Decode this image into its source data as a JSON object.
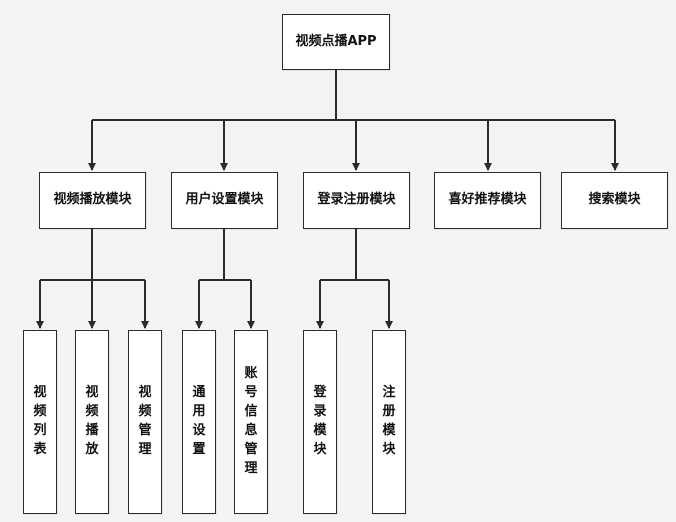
{
  "root": {
    "label": "视频点播APP"
  },
  "modules": [
    {
      "label": "视频播放模块"
    },
    {
      "label": "用户设置模块"
    },
    {
      "label": "登录注册模块"
    },
    {
      "label": "喜好推荐模块"
    },
    {
      "label": "搜索模块"
    }
  ],
  "leaves": [
    {
      "label": "视频列表"
    },
    {
      "label": "视频播放"
    },
    {
      "label": "视频管理"
    },
    {
      "label": "通用设置"
    },
    {
      "label": "账号信息管理"
    },
    {
      "label": "登录模块"
    },
    {
      "label": "注册模块"
    }
  ],
  "colors": {
    "line": "#2b2b2b",
    "box_fill": "#ffffff",
    "background": "#f4f4f4"
  }
}
